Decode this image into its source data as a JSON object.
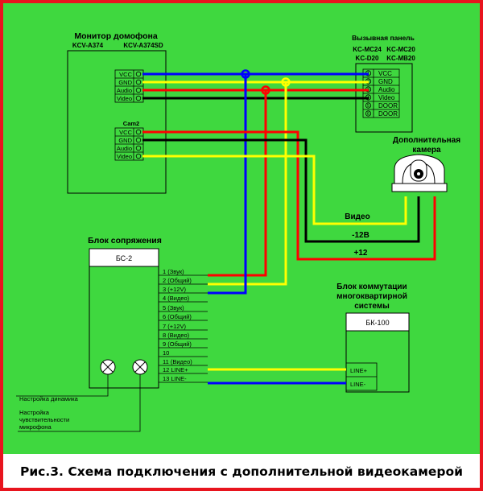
{
  "caption": "Рис.3.  Схема подключения с дополнительной видеокамерой",
  "monitor": {
    "title": "Монитор домофона",
    "model_a": "KCV-A374",
    "model_b": "KCV-A374SD",
    "terminals_top": [
      "VCC",
      "GND",
      "Audio",
      "Video"
    ],
    "cam_label": "Cam2",
    "terminals_cam": [
      "VCC",
      "GND",
      "Audio",
      "Video"
    ]
  },
  "panel": {
    "title": "Вызывная панель",
    "models_line1_a": "KC-MC24",
    "models_line1_b": "KC-MC20",
    "models_line2_a": "KC-D20",
    "models_line2_b": "KC-MB20",
    "terminals": [
      "VCC",
      "GND",
      "Audio",
      "Video",
      "DOOR",
      "DOOR"
    ],
    "pins": [
      "1",
      "2",
      "3",
      "4",
      "5",
      "6"
    ]
  },
  "camera": {
    "title_line1": "Дополнительная",
    "title_line2": "камера"
  },
  "wire_labels": {
    "video": "Видео",
    "minus12": "-12В",
    "plus12": "+12"
  },
  "bs": {
    "title": "Блок сопряжения",
    "name": "БС-2",
    "terminals": [
      "1 (Звук)",
      "2 (Общий)",
      "3 (+12V)",
      "4 (Видео)",
      "5 (Звук)",
      "6 (Общий)",
      "7 (+12V)",
      "8 (Видео)",
      "9 (Общий)",
      "10",
      "11 (Видео)",
      "12 LINE+",
      "13 LINE-"
    ],
    "speaker_setting": "Настройка динамика",
    "mic_line1": "Настройка",
    "mic_line2": "чувствительности",
    "mic_line3": "микрофона"
  },
  "bk": {
    "title_line1": "Блок коммутации",
    "title_line2": "многоквартирной",
    "title_line3": "системы",
    "name": "БК-100",
    "terminals": [
      "LINE+",
      "LINE-"
    ]
  },
  "colors": {
    "background": "#3fd83f",
    "border": "#e8141e",
    "red": "#ff0000",
    "blue": "#0000ff",
    "yellow": "#ffff00",
    "black": "#000000"
  }
}
